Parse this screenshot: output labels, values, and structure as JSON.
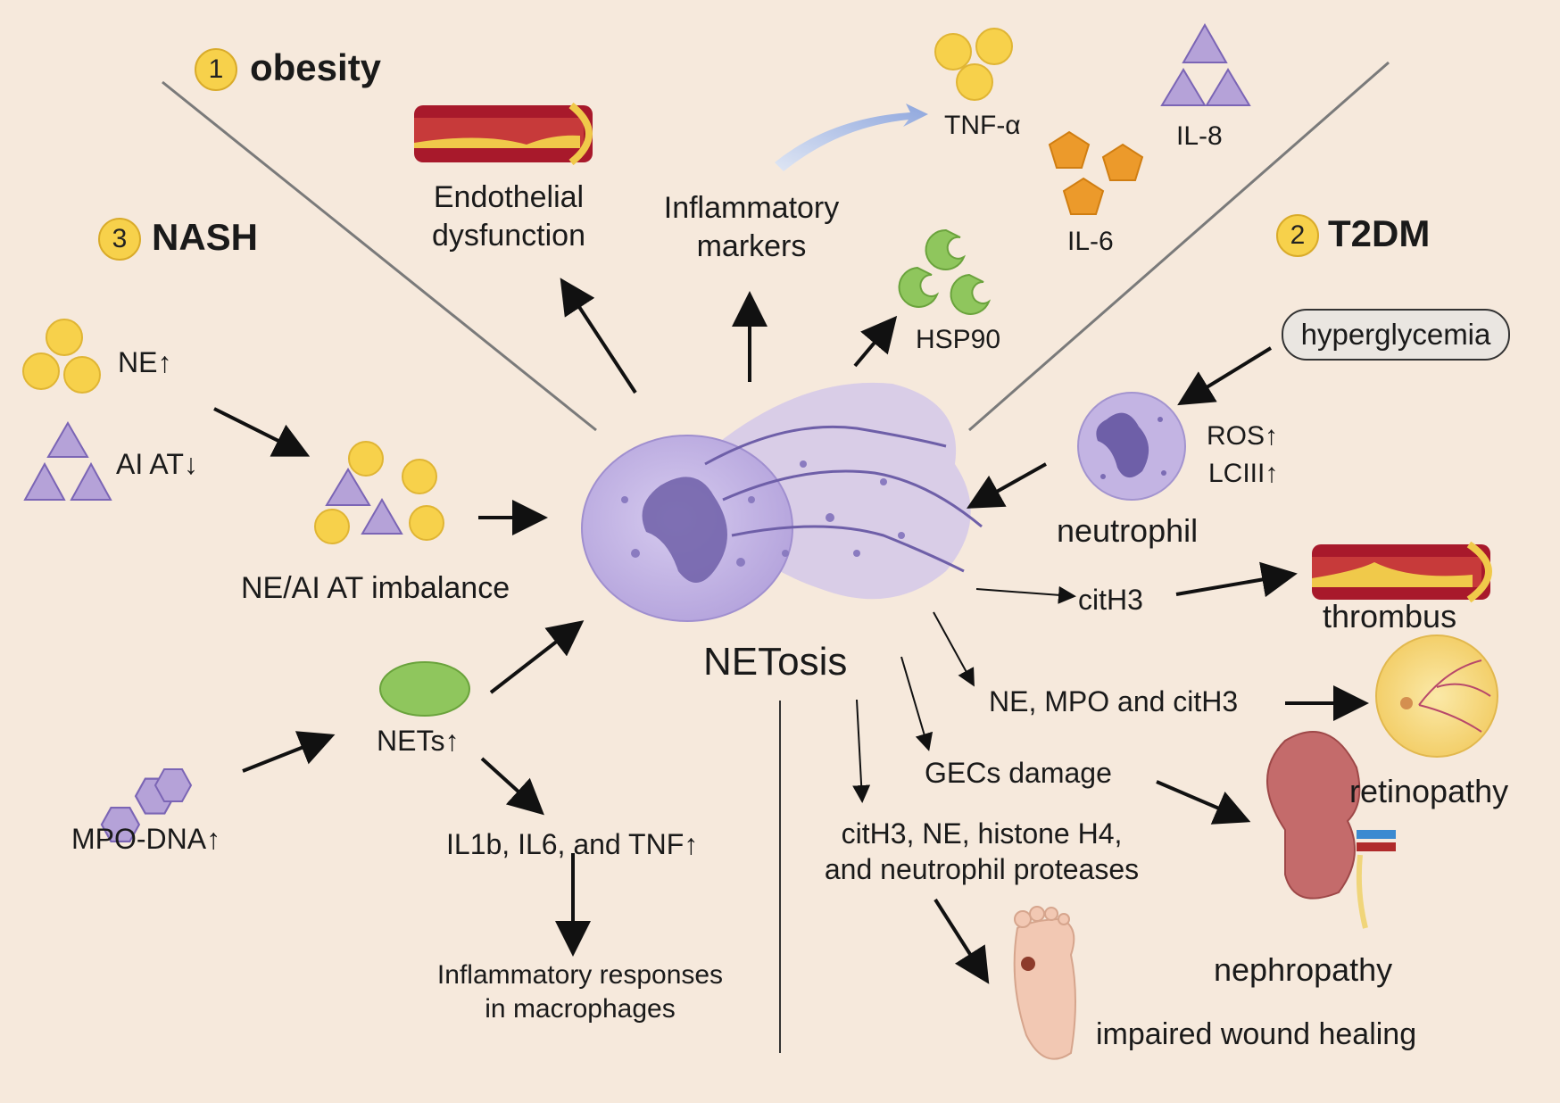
{
  "sections": {
    "obesity": {
      "number": "1",
      "title": "obesity"
    },
    "t2dm": {
      "number": "2",
      "title": "T2DM"
    },
    "nash": {
      "number": "3",
      "title": "NASH"
    }
  },
  "center": {
    "label": "NETosis"
  },
  "obesity": {
    "endothelial": "Endothelial\ndysfunction",
    "inflammatory_markers": "Inflammatory\nmarkers",
    "tnf": "TNF-α",
    "il8": "IL-8",
    "il6": "IL-6",
    "hsp90": "HSP90"
  },
  "t2dm": {
    "hyperglycemia": "hyperglycemia",
    "ros": "ROS↑",
    "lciii": "LCIII↑",
    "neutrophil": "neutrophil",
    "cith3": "citH3",
    "thrombus": "thrombus",
    "ne_mpo": "NE, MPO and citH3",
    "retinopathy": "retinopathy",
    "gecs": "GECs damage",
    "nephropathy": "nephropathy",
    "proteases": "citH3, NE, histone H4,\nand neutrophil proteases",
    "wound": "impaired wound healing"
  },
  "nash": {
    "ne": "NE↑",
    "aiat": "AI AT↓",
    "imbalance": "NE/AI AT imbalance",
    "nets": "NETs↑",
    "mpo_dna": "MPO-DNA↑",
    "cytokines": "IL1b, IL6, and TNF↑",
    "macrophages": "Inflammatory responses\nin macrophages"
  },
  "colors": {
    "background": "#f6e9dc",
    "yellow_circle": "#f7d14b",
    "purple_shape": "#b5a2d8",
    "orange_pentagon": "#ec9a2b",
    "green_shape": "#8fc65d",
    "cell": "#c7b8e6",
    "vessel": "#a8192b"
  }
}
